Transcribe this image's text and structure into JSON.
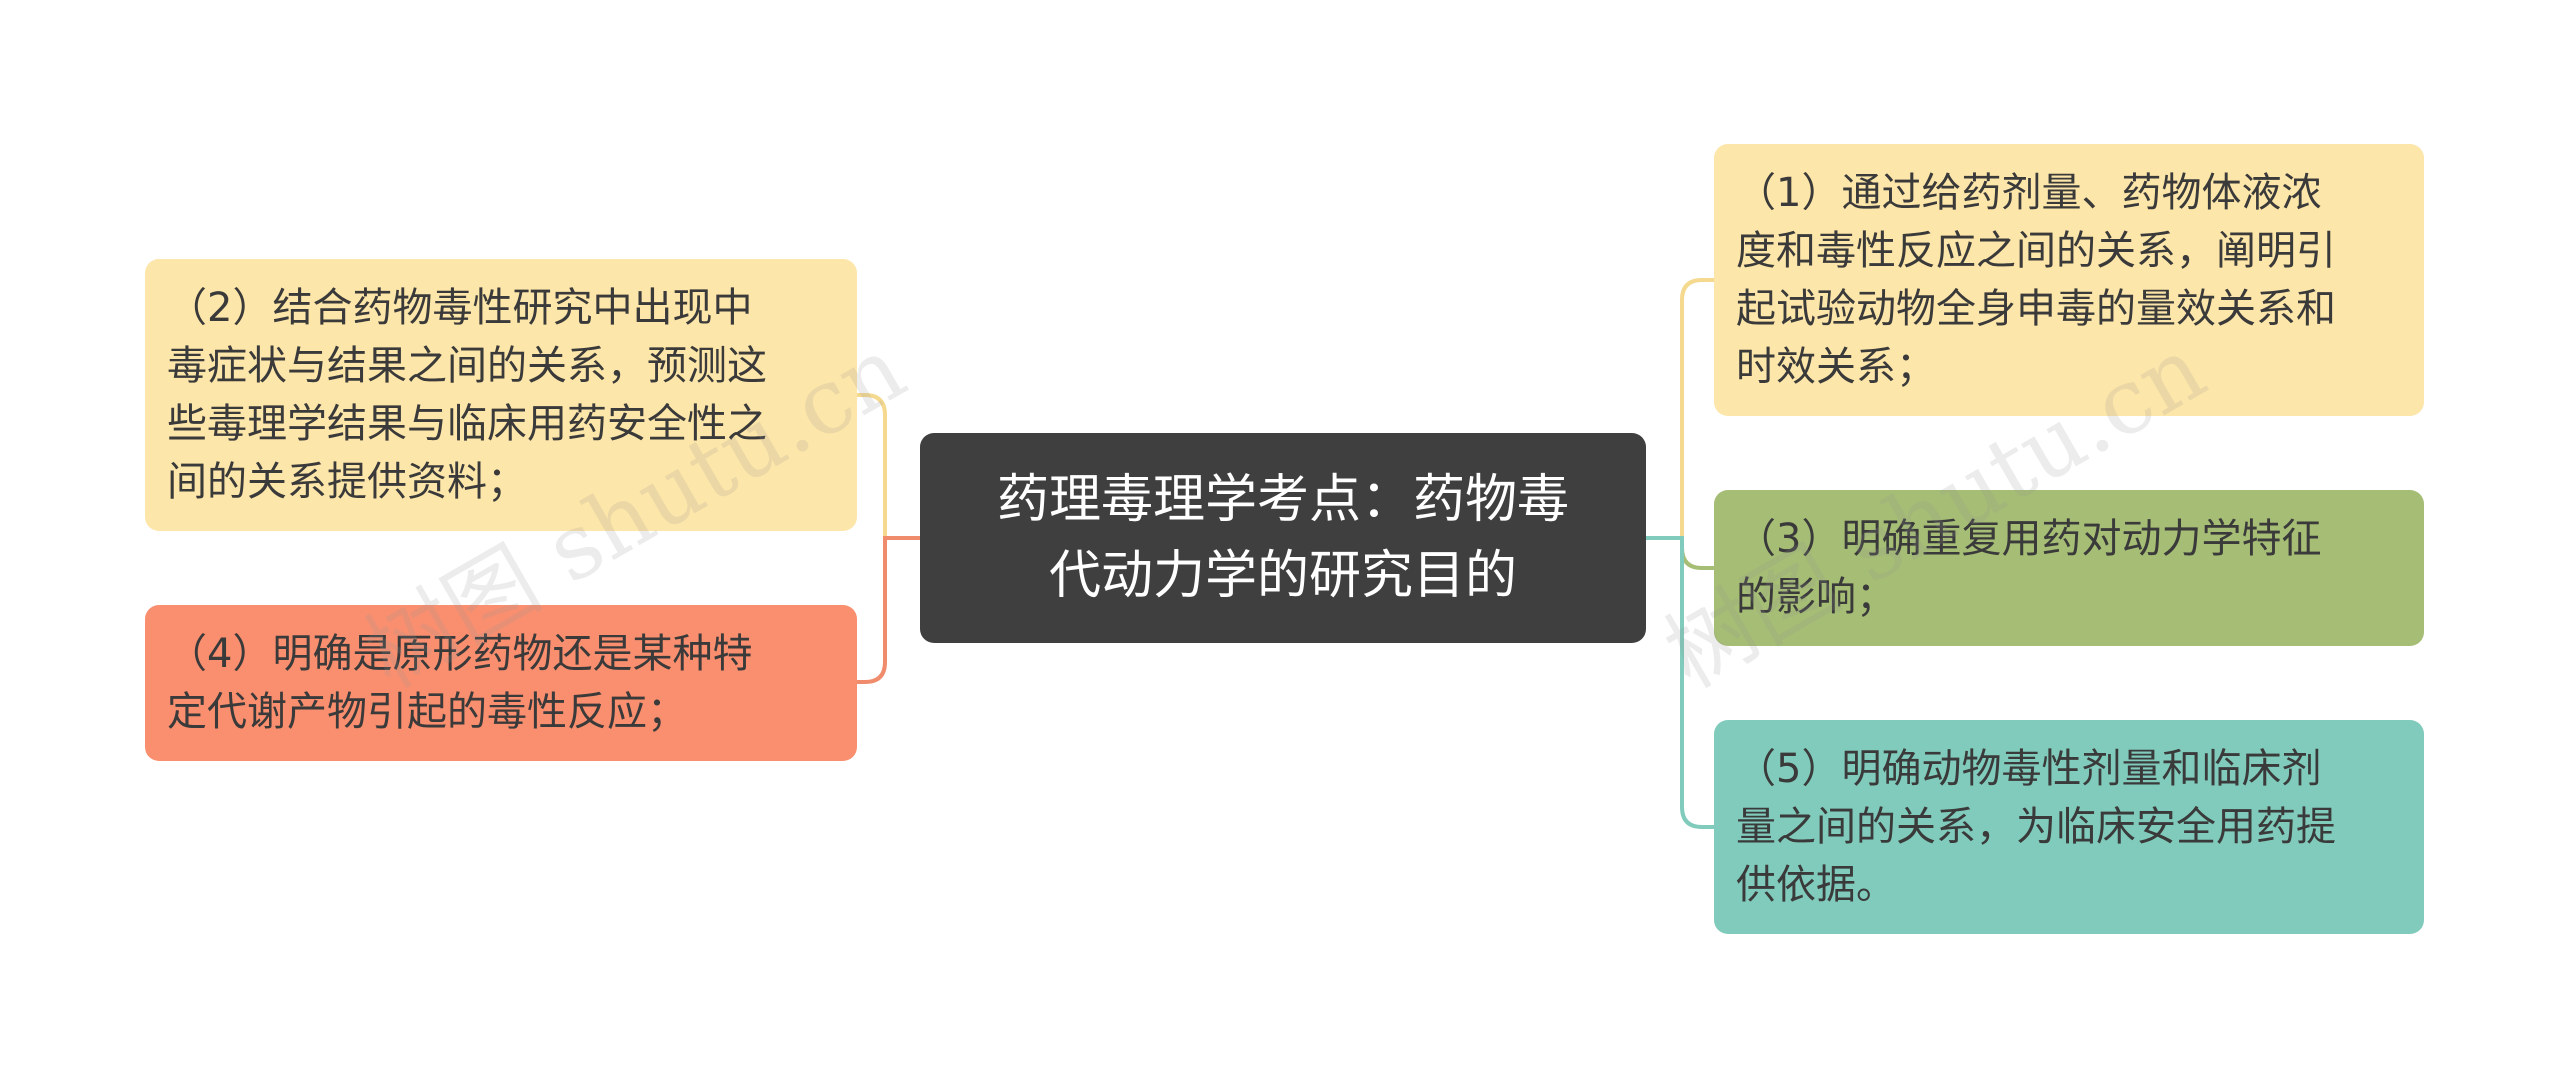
{
  "center": {
    "line1": "药理毒理学考点：药物毒",
    "line2": "代动力学的研究目的"
  },
  "branches": {
    "n1": [
      "（1）通过给药剂量、药物体液浓",
      "度和毒性反应之间的关系，阐明引",
      "起试验动物全身申毒的量效关系和",
      "时效关系；"
    ],
    "n2": [
      "（2）结合药物毒性研究中出现中",
      "毒症状与结果之间的关系，预测这",
      "些毒理学结果与临床用药安全性之",
      "间的关系提供资料；"
    ],
    "n3": [
      "（3）明确重复用药对动力学特征",
      "的影响；"
    ],
    "n4": [
      "（4）明确是原形药物还是某种特",
      "定代谢产物引起的毒性反应；"
    ],
    "n5": [
      "（5）明确动物毒性剂量和临床剂",
      "量之间的关系，为临床安全用药提",
      "供依据。"
    ]
  },
  "colors": {
    "center": "#3f3f3f",
    "yellow": "#fde6a9",
    "green": "#a5bd75",
    "orange": "#fa8f6f",
    "teal": "#80cbbc"
  },
  "watermark": "树图 shutu.cn"
}
